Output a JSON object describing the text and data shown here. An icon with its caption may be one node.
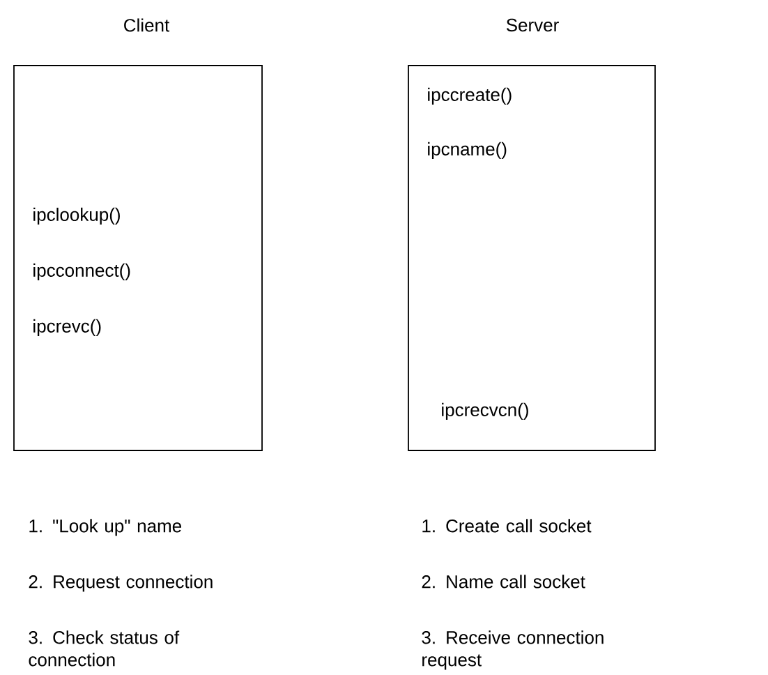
{
  "diagram": {
    "nodes": [
      {
        "text": [
          "Client",
          "ipclookup()",
          "ipcconnect()",
          "ipcrevc()"
        ]
      },
      {
        "text": [
          "Server",
          "ipccreate()",
          "ipcname()",
          "ipcrecvcn()"
        ]
      }
    ],
    "labels": [
      "1. \"Look up\" name",
      "1. Create call socket",
      "2. Request connection",
      "2. Name call socket",
      "3. Check status of connection",
      "3. Receive connection request"
    ]
  }
}
